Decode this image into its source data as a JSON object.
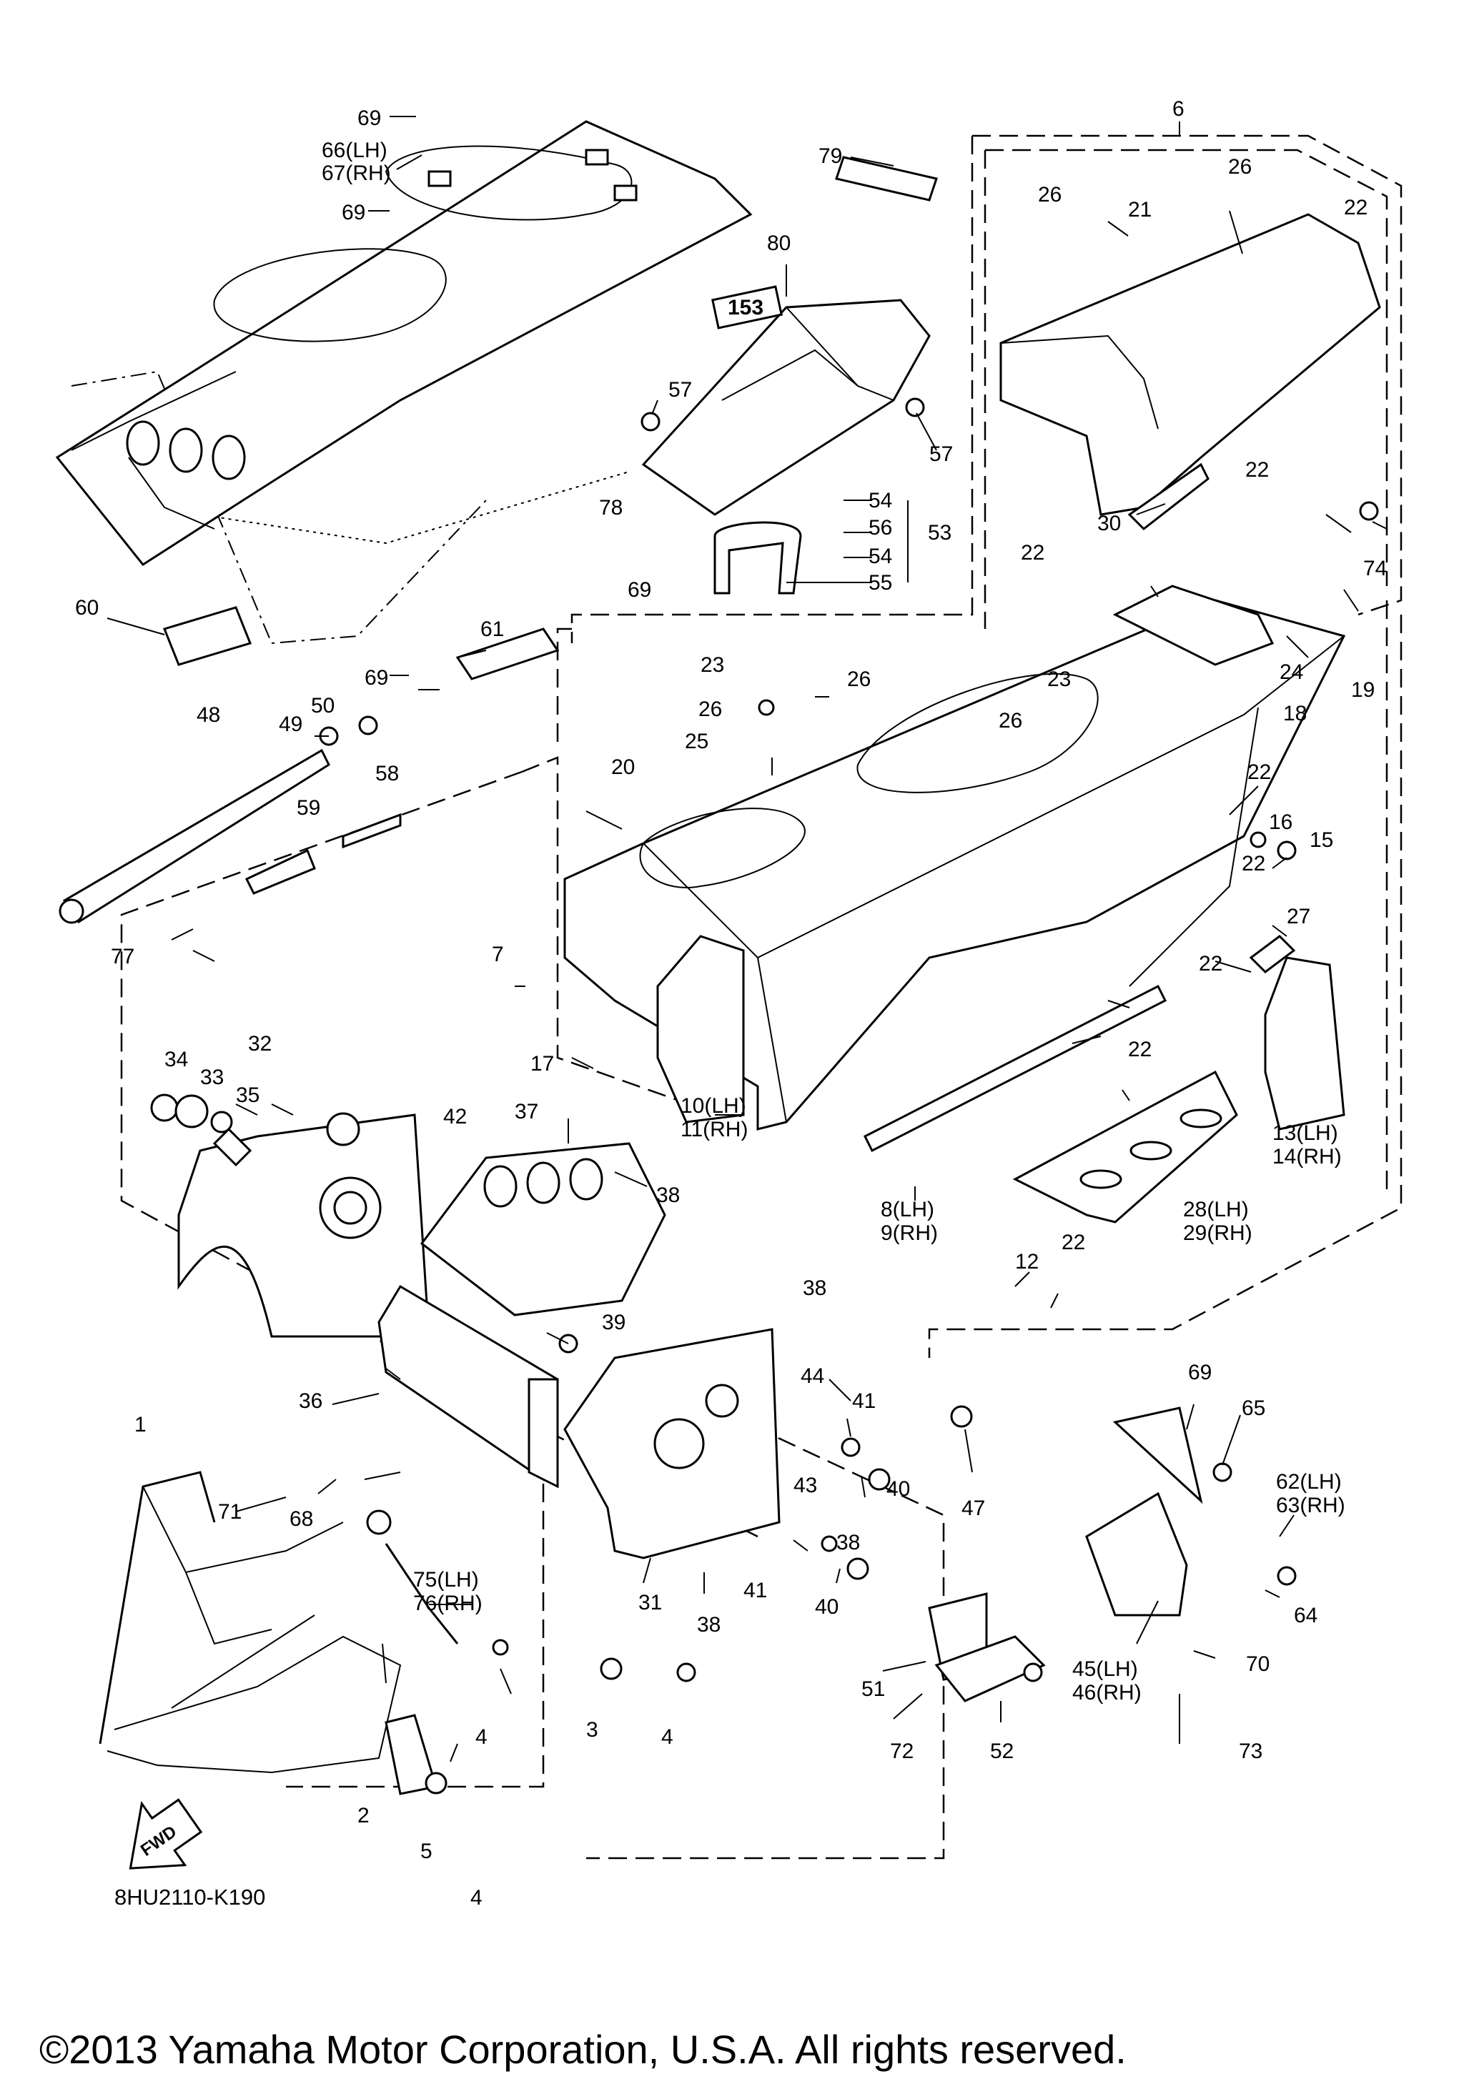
{
  "diagram": {
    "figure_code": "8HU2110-K190",
    "copyright": "©2013 Yamaha Motor Corporation, U.S.A. All rights reserved.",
    "fwd_arrow_label": "FWD",
    "decal_number": "153",
    "callouts": {
      "c1": "1",
      "c2": "2",
      "c3": "3",
      "c4a": "4",
      "c4b": "4",
      "c4c": "4",
      "c5": "5",
      "c6": "6",
      "c7": "7",
      "c8": "8(LH)",
      "c9": "9(RH)",
      "c10": "10(LH)",
      "c11": "11(RH)",
      "c12": "12",
      "c13": "13(LH)",
      "c14": "14(RH)",
      "c15": "15",
      "c16": "16",
      "c17": "17",
      "c18": "18",
      "c19": "19",
      "c20": "20",
      "c21": "21",
      "c22a": "22",
      "c22b": "22",
      "c22c": "22",
      "c22d": "22",
      "c22e": "22",
      "c22f": "22",
      "c22g": "22",
      "c22h": "22",
      "c23a": "23",
      "c23b": "23",
      "c24": "24",
      "c25": "25",
      "c26a": "26",
      "c26b": "26",
      "c26c": "26",
      "c26d": "26",
      "c26e": "26",
      "c27": "27",
      "c28": "28(LH)",
      "c29": "29(RH)",
      "c30": "30",
      "c31": "31",
      "c32": "32",
      "c33": "33",
      "c34": "34",
      "c35": "35",
      "c36": "36",
      "c37": "37",
      "c38a": "38",
      "c38b": "38",
      "c38c": "38",
      "c38d": "38",
      "c39": "39",
      "c40a": "40",
      "c40b": "40",
      "c41a": "41",
      "c41b": "41",
      "c42": "42",
      "c43": "43",
      "c44": "44",
      "c45": "45(LH)",
      "c46": "46(RH)",
      "c47": "47",
      "c48": "48",
      "c49": "49",
      "c50": "50",
      "c51": "51",
      "c52": "52",
      "c53": "53",
      "c54a": "54",
      "c54b": "54",
      "c55": "55",
      "c56": "56",
      "c57a": "57",
      "c57b": "57",
      "c58": "58",
      "c59": "59",
      "c60": "60",
      "c61": "61",
      "c62": "62(LH)",
      "c63": "63(RH)",
      "c64": "64",
      "c65": "65",
      "c66": "66(LH)",
      "c67": "67(RH)",
      "c68": "68",
      "c69a": "69",
      "c69b": "69",
      "c69c": "69",
      "c69d": "69",
      "c69e": "69",
      "c70": "70",
      "c71": "71",
      "c72": "72",
      "c73": "73",
      "c74": "74",
      "c75": "75(LH)",
      "c76": "76(RH)",
      "c77": "77",
      "c78": "78",
      "c79": "79",
      "c80": "80"
    }
  }
}
